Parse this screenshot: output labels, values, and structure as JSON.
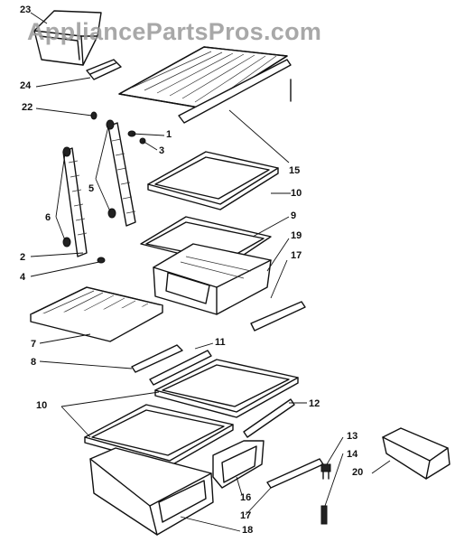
{
  "watermark": "AppliancePartsPros.com",
  "callouts": [
    {
      "id": "c23",
      "label": "23"
    },
    {
      "id": "c24",
      "label": "24"
    },
    {
      "id": "c22",
      "label": "22"
    },
    {
      "id": "c1",
      "label": "1"
    },
    {
      "id": "c3",
      "label": "3"
    },
    {
      "id": "c5",
      "label": "5"
    },
    {
      "id": "c6",
      "label": "6"
    },
    {
      "id": "c2",
      "label": "2"
    },
    {
      "id": "c4",
      "label": "4"
    },
    {
      "id": "c15",
      "label": "15"
    },
    {
      "id": "c10a",
      "label": "10"
    },
    {
      "id": "c9",
      "label": "9"
    },
    {
      "id": "c19",
      "label": "19"
    },
    {
      "id": "c17a",
      "label": "17"
    },
    {
      "id": "c7",
      "label": "7"
    },
    {
      "id": "c8",
      "label": "8"
    },
    {
      "id": "c11",
      "label": "11"
    },
    {
      "id": "c10b",
      "label": "10"
    },
    {
      "id": "c12",
      "label": "12"
    },
    {
      "id": "c13",
      "label": "13"
    },
    {
      "id": "c14",
      "label": "14"
    },
    {
      "id": "c20",
      "label": "20"
    },
    {
      "id": "c16",
      "label": "16"
    },
    {
      "id": "c17b",
      "label": "17"
    },
    {
      "id": "c18",
      "label": "18"
    }
  ]
}
